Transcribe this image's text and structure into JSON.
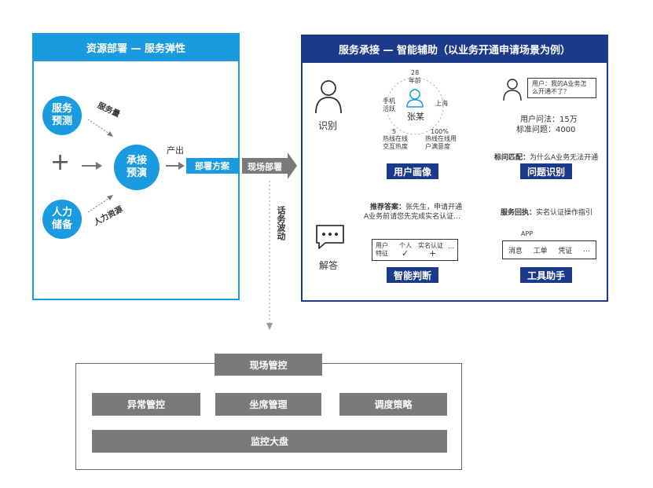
{
  "left": {
    "title": "资源部署 — 服务弹性",
    "service_forecast": "服务预测",
    "service_volume": "服务量",
    "plus": "+",
    "staff_reserve": "人力储备",
    "staff_resource": "人力资源",
    "load_forecast": "承接预演",
    "output": "产出",
    "deploy_plan": "部署方案"
  },
  "middle": {
    "onsite_deploy": "现场部署",
    "traffic_fluctuation": "话务波动"
  },
  "right": {
    "title": "服务承接 — 智能辅助（以业务开通申请场景为例）",
    "identify": "识别",
    "answer": "解答",
    "persona": {
      "age_value": "28",
      "age_label": "年龄",
      "phone_active": "手机活跃",
      "name": "张某",
      "city": "上海",
      "hotline_value": "5",
      "hotline_label": "热线在线交互热度",
      "satisfaction_value": "100%",
      "satisfaction_label": "热线在线用户满意度",
      "tag": "用户画像"
    },
    "issue": {
      "bubble": "用户：我的A业务怎么开通不了？",
      "ask_count": "用户问法：15万",
      "std_count": "标准问题：4000",
      "match_label": "标问匹配：",
      "match_text": "为什么A业务无法开通",
      "tag": "问题识别"
    },
    "judge": {
      "rec_label": "推荐答案：",
      "rec_text_1": "张先生，申请开通",
      "rec_text_2": "A业务前请您先完成实名认证…",
      "feature_1": "用户特征",
      "feature_2": "个人",
      "feature_3": "实名认证",
      "feature_2_mark": "✓",
      "feature_3_mark": "+",
      "feature_more": "…",
      "tag": "智能判断"
    },
    "tool": {
      "reply_label": "服务回执：",
      "reply_text": "实名认证操作指引",
      "app": "APP",
      "items": [
        "消息",
        "工单",
        "凭证",
        "…"
      ],
      "tag": "工具助手"
    }
  },
  "bottom": {
    "title": "现场管控",
    "items": [
      "异常管控",
      "坐席管理",
      "调度策略"
    ],
    "dashboard": "监控大盘"
  },
  "colors": {
    "light_blue": "#1a9be0",
    "dark_blue": "#1b3a8a",
    "gray": "#7a7a7a"
  }
}
